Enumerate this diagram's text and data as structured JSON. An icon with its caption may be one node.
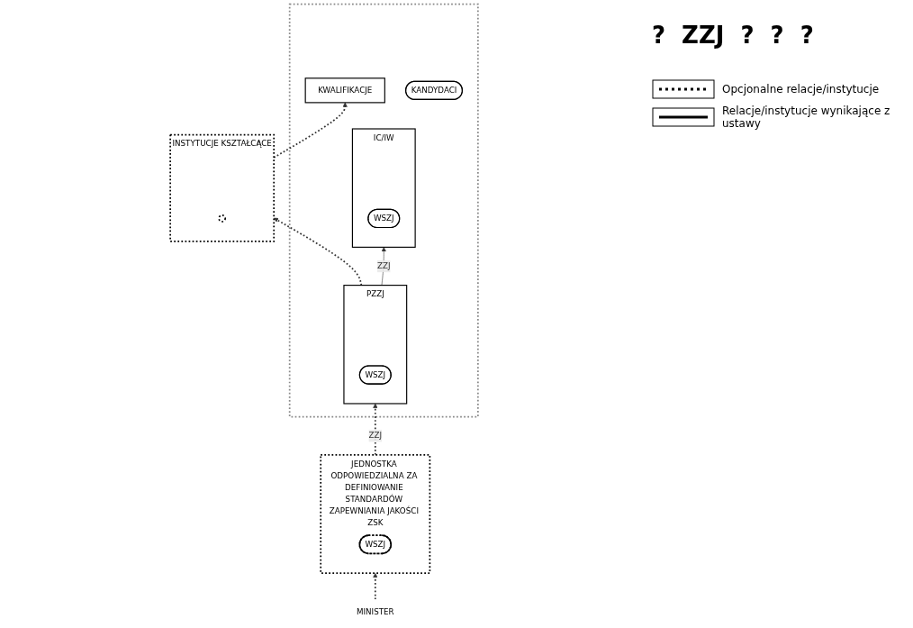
{
  "diagram": {
    "nodes": [
      {
        "text": [],
        "shape": "box"
      },
      {
        "text": [
          "MINISTER"
        ]
      },
      {
        "text": [
          "IC/IW"
        ],
        "in": 0
      },
      {
        "text": [
          "WSZJ"
        ],
        "in": 2
      },
      {
        "text": [
          "KWALIFIKACJE"
        ],
        "in": 0
      },
      {
        "text": [
          "KANDYDACI"
        ],
        "in": 0
      },
      {
        "text": [
          "PZZJ"
        ],
        "in": 0
      },
      {
        "text": [
          "WSZJ"
        ],
        "in": 6
      },
      {
        "text": [
          "INSTYTUCJE KSZTAŁCĄCE"
        ]
      },
      {
        "text": [],
        "shape": "circle",
        "in": 8
      },
      {
        "text": [
          "JEDNOSTKA ODPOWIEDZIALNA ZA DEFINIOWANIE STANDARDÓW ZAPEWNIANIA JAKOŚCI ZSK"
        ]
      },
      {
        "text": [
          "WSZJ"
        ],
        "in": 10
      }
    ],
    "edges": [
      {
        "from": 1,
        "to": 10,
        "arrow": "to",
        "style": "dashed"
      },
      {
        "from": 6,
        "to": 2,
        "arrow": "to",
        "label": "ZZJ"
      },
      {
        "from": 10,
        "to": 6,
        "arrow": "to",
        "label": "ZZJ",
        "style": "dashed"
      },
      {
        "from": 8,
        "to": 4,
        "arrow": "to",
        "style": "dashed"
      },
      {
        "from": 6,
        "to": 8,
        "arrow": "to",
        "style": "dashed"
      }
    ],
    "labels": [
      "?",
      "ZZJ",
      "?",
      "?",
      "?"
    ],
    "legend": [
      {
        "text": "Opcjonalne relacje/instytucje"
      },
      {
        "text": "Relacje/instytucje wynikające z ustawy"
      }
    ]
  }
}
